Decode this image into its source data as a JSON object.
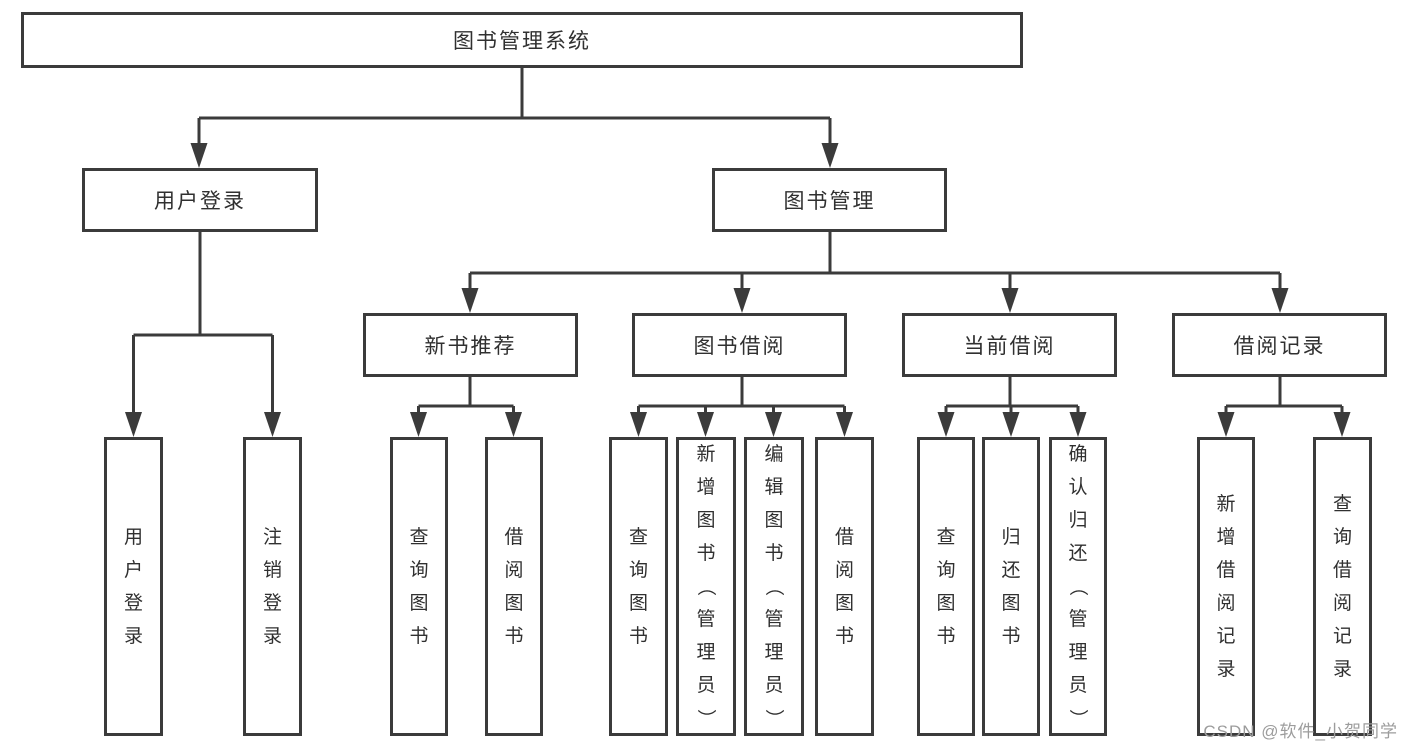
{
  "diagram": {
    "root": {
      "label": "图书管理系统"
    },
    "level2": {
      "user_login": {
        "label": "用户登录"
      },
      "book_mgmt": {
        "label": "图书管理"
      }
    },
    "level3": {
      "new_book_rec": {
        "label": "新书推荐"
      },
      "book_borrow": {
        "label": "图书借阅"
      },
      "current_borrow": {
        "label": "当前借阅"
      },
      "borrow_records": {
        "label": "借阅记录"
      }
    },
    "leaves": {
      "user_login": [
        "用户登录",
        "注销登录"
      ],
      "new_book_rec": [
        "查询图书",
        "借阅图书"
      ],
      "book_borrow": [
        "查询图书",
        "新增图书（管理员）",
        "编辑图书（管理员）",
        "借阅图书"
      ],
      "current_borrow": [
        "查询图书",
        "归还图书",
        "确认归还（管理员）"
      ],
      "borrow_records": [
        "新增借阅记录",
        "查询借阅记录"
      ]
    }
  },
  "watermark": {
    "text": "CSDN @软件_小贺同学"
  },
  "colors": {
    "line": "#3b3b3b",
    "text": "#303030",
    "background": "#ffffff",
    "watermark": "#9c9c9c"
  }
}
